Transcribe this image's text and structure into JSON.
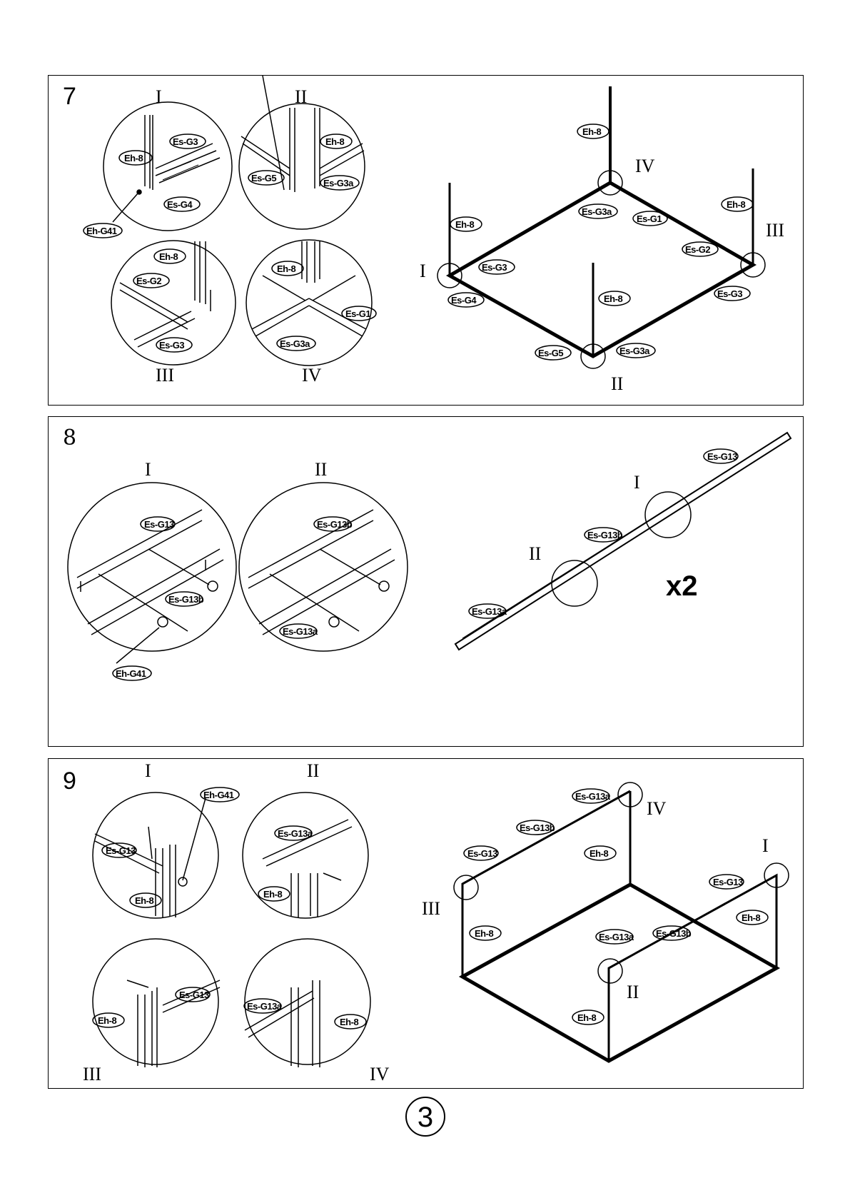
{
  "page_number": "3",
  "steps": {
    "s7": {
      "number": "7",
      "detail_labels": {
        "I": "I",
        "II": "II",
        "III": "III",
        "IV": "IV"
      },
      "d1": [
        "Es-G3",
        "Eh-8",
        "Es-G4",
        "Eh-G41"
      ],
      "d2": [
        "Eh-8",
        "Es-G5",
        "Es-G3a"
      ],
      "d3": [
        "Eh-8",
        "Es-G2",
        "Es-G3"
      ],
      "d4": [
        "Eh-8",
        "Es-G1",
        "Es-G3a"
      ],
      "main": [
        "Eh-8",
        "Es-G3a",
        "Es-G1",
        "Eh-8",
        "Eh-8",
        "Es-G2",
        "Es-G3",
        "Es-G4",
        "Eh-8",
        "Es-G3",
        "Es-G5",
        "Es-G3a"
      ]
    },
    "s8": {
      "number": "8",
      "detail_labels": {
        "I": "I",
        "II": "II"
      },
      "d1": [
        "Es-G13",
        "Es-G13b",
        "Eh-G41"
      ],
      "d2": [
        "Es-G13b",
        "Es-G13a"
      ],
      "main": [
        "Es-G13",
        "Es-G13b",
        "Es-G13a"
      ],
      "multiplier": "x2"
    },
    "s9": {
      "number": "9",
      "detail_labels": {
        "I": "I",
        "II": "II",
        "III": "III",
        "IV": "IV"
      },
      "d1": [
        "Eh-G41",
        "Es-G13",
        "Eh-8"
      ],
      "d2": [
        "Es-G13a",
        "Eh-8"
      ],
      "d3": [
        "Es-G13",
        "Eh-8"
      ],
      "d4": [
        "Es-G13a",
        "Eh-8"
      ],
      "main": [
        "Es-G13a",
        "Es-G13b",
        "Es-G13",
        "Eh-8",
        "Es-G13",
        "Eh-8",
        "Eh-8",
        "Es-G13a",
        "Es-G13b",
        "Eh-8"
      ]
    }
  }
}
